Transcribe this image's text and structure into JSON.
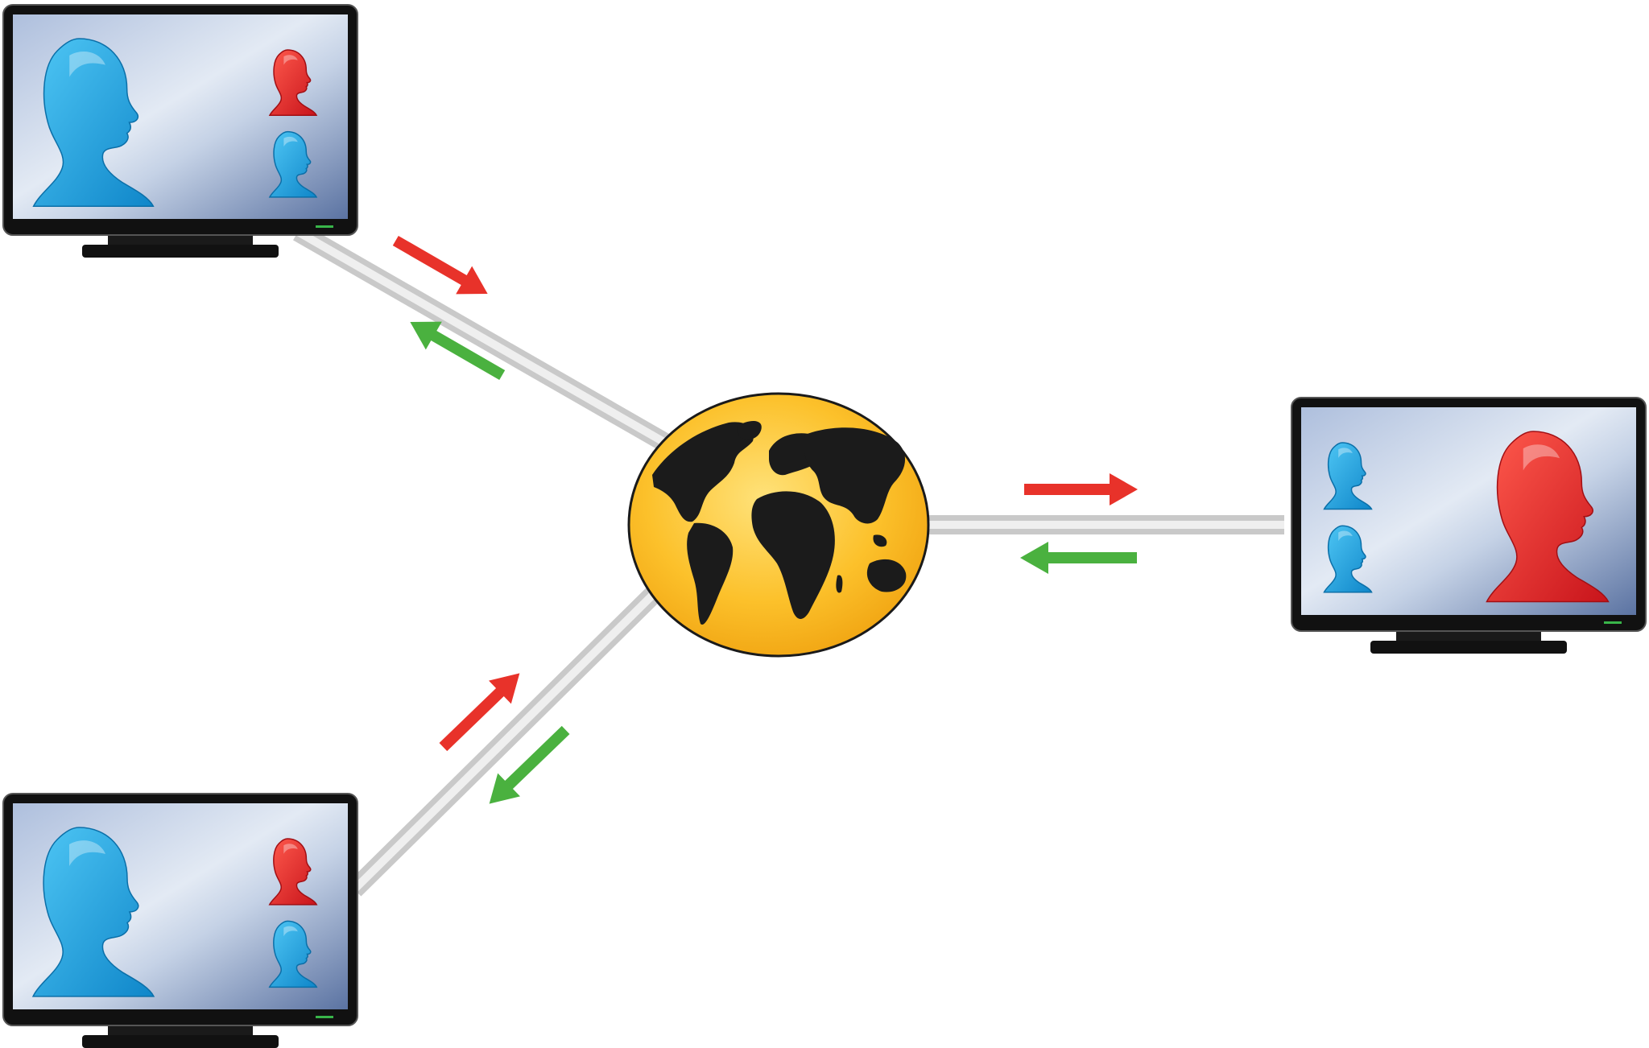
{
  "colors": {
    "background": "#ffffff",
    "screen_light": "#dfe7f2",
    "screen_dark": "#5f78a6",
    "bezel": "#111111",
    "cable": "#d2d2d2",
    "globe_fill": "#fbbc25",
    "globe_land": "#1b1b1b",
    "outgoing_arrow": "#e8322a",
    "incoming_arrow": "#4ab13f",
    "head_blue": "#1aa7e6",
    "head_red": "#e21f26",
    "power_led": "#39b54a"
  },
  "nodes": [
    {
      "id": "monitor-top-left",
      "main_head": "blue",
      "side_heads": [
        "red",
        "blue"
      ]
    },
    {
      "id": "monitor-bottom-left",
      "main_head": "blue",
      "side_heads": [
        "red",
        "blue"
      ]
    },
    {
      "id": "monitor-right",
      "main_head": "red",
      "side_heads": [
        "blue",
        "blue"
      ]
    }
  ],
  "hub": {
    "icon": "globe-icon"
  },
  "links": [
    {
      "from": "monitor-top-left",
      "to": "hub",
      "arrows": [
        "outgoing",
        "incoming"
      ]
    },
    {
      "from": "monitor-bottom-left",
      "to": "hub",
      "arrows": [
        "outgoing",
        "incoming"
      ]
    },
    {
      "from": "monitor-right",
      "to": "hub",
      "arrows": [
        "outgoing",
        "incoming"
      ]
    }
  ]
}
